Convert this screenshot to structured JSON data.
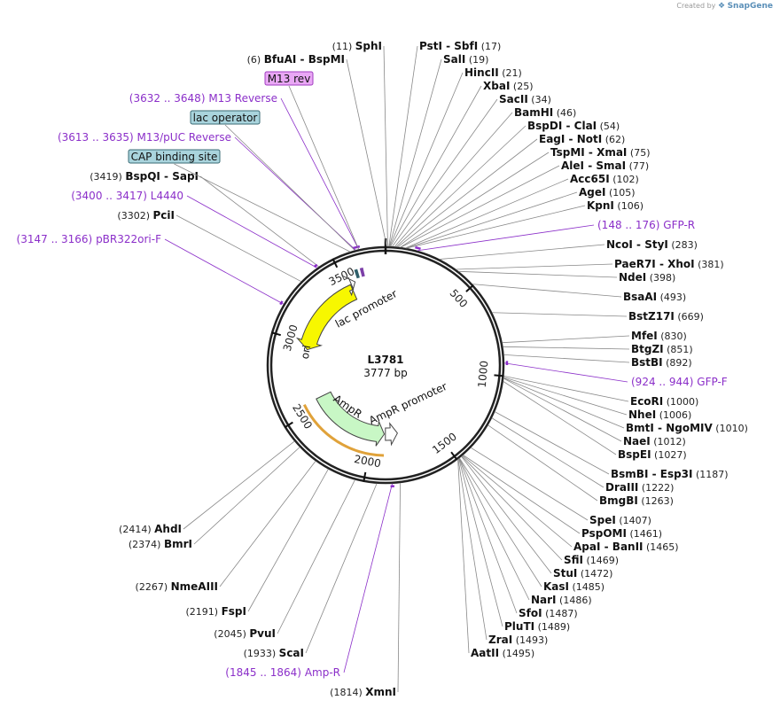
{
  "credit": {
    "prefix": "Created by",
    "brand": "SnapGene"
  },
  "plasmid": {
    "name": "L3781",
    "size": 3777,
    "size_label": "3777 bp"
  },
  "colors": {
    "primer": "#8b2fc9",
    "backbone": "#222222",
    "ori": "#f7f700",
    "ampr": "#c8f7c5",
    "lac_promoter": "#ffffff"
  },
  "ticks": [
    500,
    1000,
    1500,
    2000,
    2500,
    3000,
    3500
  ],
  "boxed_features": [
    {
      "label": "M13 rev",
      "type": "primer-box"
    },
    {
      "label": "lac operator",
      "type": "feature-box"
    },
    {
      "label": "CAP binding site",
      "type": "feature-box"
    }
  ],
  "features": [
    {
      "label": "ori",
      "start": 2950,
      "end": 3530
    },
    {
      "label": "AmpR",
      "start": 1900,
      "end": 2560
    },
    {
      "label": "AmpR promoter",
      "start": 1785,
      "end": 1890
    },
    {
      "label": "lac promoter",
      "start": 3536,
      "end": 3566
    }
  ],
  "primers": [
    {
      "range": "(3632 .. 3648)",
      "name": "M13 Reverse",
      "start": 3632,
      "end": 3648
    },
    {
      "range": "(3613 .. 3635)",
      "name": "M13/pUC Reverse",
      "start": 3613,
      "end": 3635
    },
    {
      "range": "(3400 .. 3417)",
      "name": "L4440",
      "start": 3400,
      "end": 3417
    },
    {
      "range": "(3147 .. 3166)",
      "name": "pBR322ori-F",
      "start": 3147,
      "end": 3166
    },
    {
      "range": "(148 .. 176)",
      "name": "GFP-R",
      "start": 148,
      "end": 176
    },
    {
      "range": "(924 .. 944)",
      "name": "GFP-F",
      "start": 924,
      "end": 944
    },
    {
      "range": "(1845 .. 1864)",
      "name": "Amp-R",
      "start": 1845,
      "end": 1864
    }
  ],
  "sites": [
    {
      "name": "SphI",
      "name2": "",
      "pos": "(11)",
      "bp": 11
    },
    {
      "name": "PstI",
      "name2": "SbfI",
      "pos": "(17)",
      "bp": 17
    },
    {
      "name": "BfuAI",
      "name2": "BspMI",
      "pos": "(6)",
      "bp": 6
    },
    {
      "name": "SalI",
      "name2": "",
      "pos": "(19)",
      "bp": 19
    },
    {
      "name": "HincII",
      "name2": "",
      "pos": "(21)",
      "bp": 21
    },
    {
      "name": "XbaI",
      "name2": "",
      "pos": "(25)",
      "bp": 25
    },
    {
      "name": "SacII",
      "name2": "",
      "pos": "(34)",
      "bp": 34
    },
    {
      "name": "BamHI",
      "name2": "",
      "pos": "(46)",
      "bp": 46
    },
    {
      "name": "BspDI",
      "name2": "ClaI",
      "pos": "(54)",
      "bp": 54
    },
    {
      "name": "EagI",
      "name2": "NotI",
      "pos": "(62)",
      "bp": 62
    },
    {
      "name": "TspMI",
      "name2": "XmaI",
      "pos": "(75)",
      "bp": 75
    },
    {
      "name": "AleI",
      "name2": "SmaI",
      "pos": "(77)",
      "bp": 77
    },
    {
      "name": "Acc65I",
      "name2": "",
      "pos": "(102)",
      "bp": 102
    },
    {
      "name": "AgeI",
      "name2": "",
      "pos": "(105)",
      "bp": 105
    },
    {
      "name": "KpnI",
      "name2": "",
      "pos": "(106)",
      "bp": 106
    },
    {
      "name": "NcoI",
      "name2": "StyI",
      "pos": "(283)",
      "bp": 283
    },
    {
      "name": "PaeR7I",
      "name2": "XhoI",
      "pos": "(381)",
      "bp": 381
    },
    {
      "name": "NdeI",
      "name2": "",
      "pos": "(398)",
      "bp": 398
    },
    {
      "name": "BsaAI",
      "name2": "",
      "pos": "(493)",
      "bp": 493
    },
    {
      "name": "BstZ17I",
      "name2": "",
      "pos": "(669)",
      "bp": 669
    },
    {
      "name": "MfeI",
      "name2": "",
      "pos": "(830)",
      "bp": 830
    },
    {
      "name": "BtgZI",
      "name2": "",
      "pos": "(851)",
      "bp": 851
    },
    {
      "name": "BstBI",
      "name2": "",
      "pos": "(892)",
      "bp": 892
    },
    {
      "name": "EcoRI",
      "name2": "",
      "pos": "(1000)",
      "bp": 1000
    },
    {
      "name": "NheI",
      "name2": "",
      "pos": "(1006)",
      "bp": 1006
    },
    {
      "name": "BmtI",
      "name2": "NgoMIV",
      "pos": "(1010)",
      "bp": 1010
    },
    {
      "name": "NaeI",
      "name2": "",
      "pos": "(1012)",
      "bp": 1012
    },
    {
      "name": "BspEI",
      "name2": "",
      "pos": "(1027)",
      "bp": 1027
    },
    {
      "name": "BsmBI",
      "name2": "Esp3I",
      "pos": "(1187)",
      "bp": 1187
    },
    {
      "name": "DraIII",
      "name2": "",
      "pos": "(1222)",
      "bp": 1222
    },
    {
      "name": "BmgBI",
      "name2": "",
      "pos": "(1263)",
      "bp": 1263
    },
    {
      "name": "SpeI",
      "name2": "",
      "pos": "(1407)",
      "bp": 1407
    },
    {
      "name": "PspOMI",
      "name2": "",
      "pos": "(1461)",
      "bp": 1461
    },
    {
      "name": "ApaI",
      "name2": "BanII",
      "pos": "(1465)",
      "bp": 1465
    },
    {
      "name": "SfiI",
      "name2": "",
      "pos": "(1469)",
      "bp": 1469
    },
    {
      "name": "StuI",
      "name2": "",
      "pos": "(1472)",
      "bp": 1472
    },
    {
      "name": "KasI",
      "name2": "",
      "pos": "(1485)",
      "bp": 1485
    },
    {
      "name": "NarI",
      "name2": "",
      "pos": "(1486)",
      "bp": 1486
    },
    {
      "name": "SfoI",
      "name2": "",
      "pos": "(1487)",
      "bp": 1487
    },
    {
      "name": "PluTI",
      "name2": "",
      "pos": "(1489)",
      "bp": 1489
    },
    {
      "name": "ZraI",
      "name2": "",
      "pos": "(1493)",
      "bp": 1493
    },
    {
      "name": "AatII",
      "name2": "",
      "pos": "(1495)",
      "bp": 1495
    },
    {
      "name": "XmnI",
      "name2": "",
      "pos": "(1814)",
      "bp": 1814
    },
    {
      "name": "ScaI",
      "name2": "",
      "pos": "(1933)",
      "bp": 1933
    },
    {
      "name": "PvuI",
      "name2": "",
      "pos": "(2045)",
      "bp": 2045
    },
    {
      "name": "FspI",
      "name2": "",
      "pos": "(2191)",
      "bp": 2191
    },
    {
      "name": "NmeAIII",
      "name2": "",
      "pos": "(2267)",
      "bp": 2267
    },
    {
      "name": "BmrI",
      "name2": "",
      "pos": "(2374)",
      "bp": 2374
    },
    {
      "name": "AhdI",
      "name2": "",
      "pos": "(2414)",
      "bp": 2414
    },
    {
      "name": "PciI",
      "name2": "",
      "pos": "(3302)",
      "bp": 3302
    },
    {
      "name": "BspQI",
      "name2": "SapI",
      "pos": "(3419)",
      "bp": 3419
    }
  ]
}
